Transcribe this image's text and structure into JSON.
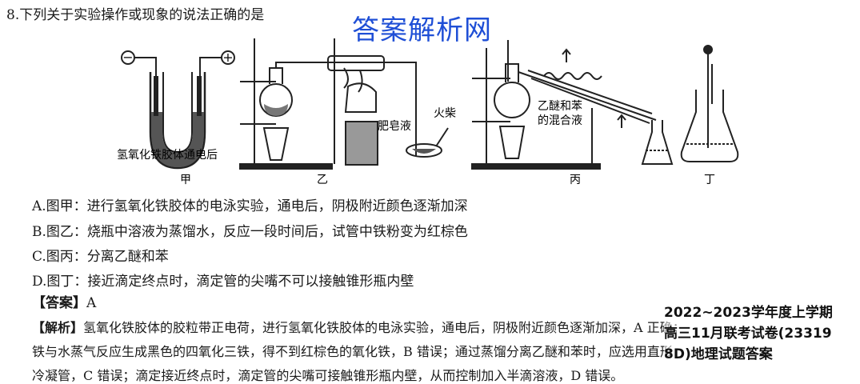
{
  "question": "8.下列关于实验操作或现象的说法正确的是",
  "watermark": "答案解析网",
  "figure": {
    "labels": {
      "minus": "−",
      "plus": "+",
      "colloid": "氢氧化铁胶体通电后",
      "soap": "肥皂液",
      "match": "火柴",
      "mixture_line1": "乙醚和苯",
      "mixture_line2": "的混合液",
      "jia": "甲",
      "yi": "乙",
      "bing": "丙",
      "ding": "丁"
    }
  },
  "options": {
    "A": "A.图甲：进行氢氧化铁胶体的电泳实验，通电后，阴极附近颜色逐渐加深",
    "B": "B.图乙：烧瓶中溶液为蒸馏水，反应一段时间后，试管中铁粉变为红棕色",
    "C": "C.图丙：分离乙醚和苯",
    "D": "D.图丁：接近滴定终点时，滴定管的尖嘴不可以接触锥形瓶内壁"
  },
  "answer": {
    "label": "【答案】",
    "value": "A"
  },
  "analysis": {
    "label": "【解析】",
    "line1": "氢氧化铁胶体的胶粒带正电荷，进行氢氧化铁胶体的电泳实验，通电后，阴极附近颜色逐渐加深，A 正确；",
    "line2": "铁与水蒸气反应生成黑色的四氧化三铁，得不到红棕色的氧化铁，B 错误；通过蒸馏分离乙醚和苯时，应选用直形",
    "line3": "冷凝管，C 错误；滴定接近终点时，滴定管的尖嘴可接触锥形瓶内壁，从而控制加入半滴溶液，D 错误。"
  },
  "stamp": {
    "line1": "2022~2023学年度上学期",
    "line2": "高三11月联考试卷(23319",
    "line3": "8D)地理试题答案"
  }
}
